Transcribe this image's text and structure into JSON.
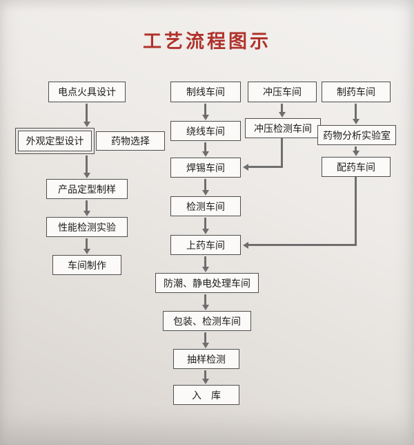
{
  "title": "工艺流程图示",
  "design_branch": {
    "igniter_design": "电点火具设计",
    "appearance_design": "外观定型设计",
    "drug_selection": "药物选择",
    "product_sample": "产品定型制样",
    "performance_test": "性能检测实验",
    "workshop_build": "车间制作"
  },
  "main_line": {
    "wire_making": "制线车间",
    "wire_winding": "绕线车间",
    "soldering": "焊锡车间",
    "inspection": "检测车间",
    "drug_loading": "上药车间",
    "moisture_static": "防潮、静电处理车间",
    "packing_inspection": "包装、检测车间",
    "sampling_inspection": "抽样检测",
    "warehousing": "入　库"
  },
  "stamping_branch": {
    "stamping": "冲压车间",
    "stamping_inspection": "冲压检测车间"
  },
  "pharma_branch": {
    "pharma_workshop": "制药车间",
    "drug_analysis_lab": "药物分析实验室",
    "drug_dispensing": "配药车间"
  },
  "colors": {
    "title": "#b0322c",
    "box_border": "#4d4d4d",
    "arrow": "#6e6e6e",
    "paper": "#ece9e6"
  }
}
